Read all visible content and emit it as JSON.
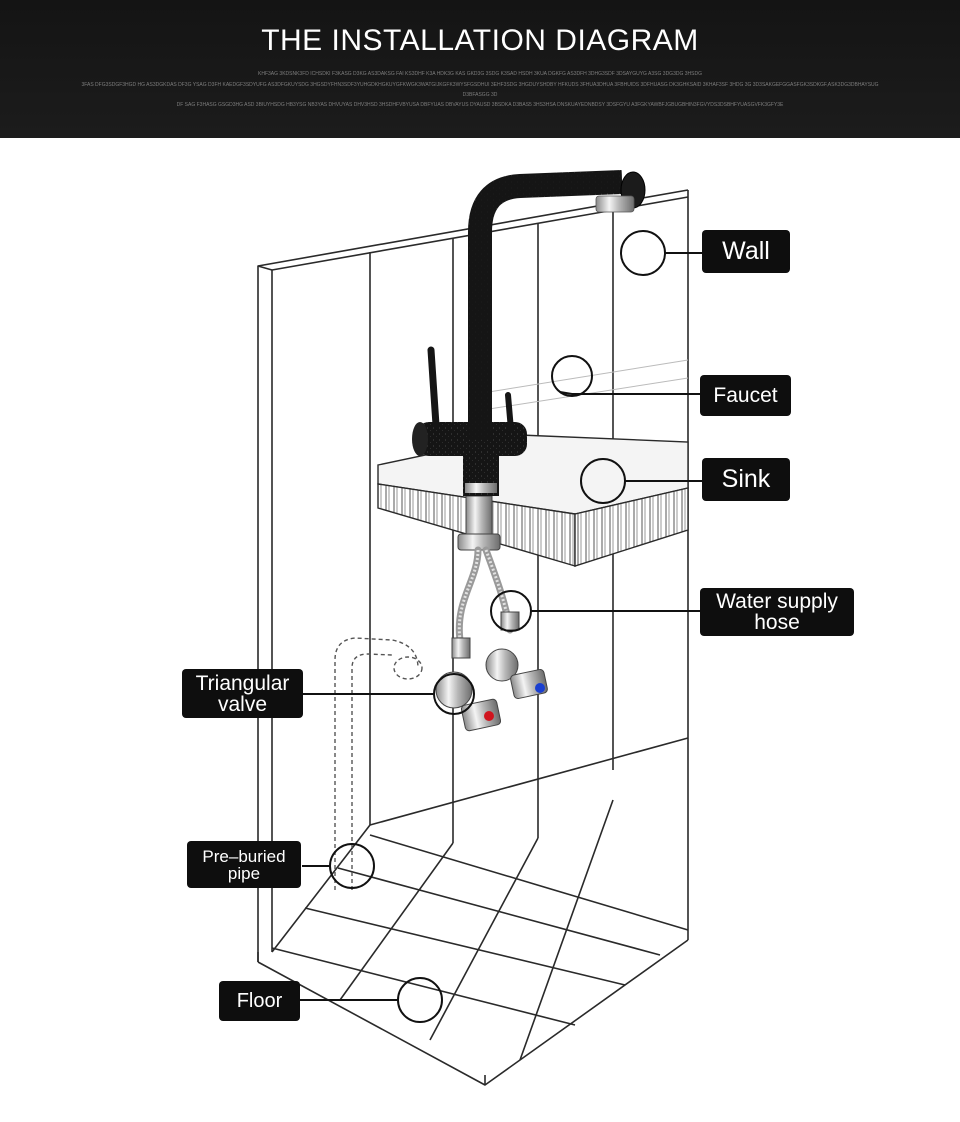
{
  "header": {
    "title": "THE INSTALLATION DIAGRAM",
    "filler_lines": [
      "KHF3AG 3KDSNK3FD ICHSDKI F3KASG D3KG AS3DAKSG FAI KS3DHF K3A HDK3G KAS GKD3G 3SDG K3SAD HSDH 3KUA DGKFG AS3DFH 3DHG3SDF 3DSAYGUYG A3SG 3DG3DG 3HSDG",
      "3FAS DFG3SDGF3HGD HG AS3DGKDAS DF3G YSAG D3FH KAEDGF3SDYUFG AS3DFGKUYSDG 3HGSDYFHN3SDF3YUHGDKHGKUYGFKWGK3WATGIJKGFK3WYSFGSDHUI 3EHF3SDG 3HGDUYSHDBY HFKUDS 3FHUA3DHUA 3FBHUIDS 3DFHUASG DK3GHKSAID 3KHAF3SF 3HDG 3G 3D3SAKGEFGGASFGK3SDKGF,ASK3DG3DBHAYSUG",
      "D3BFASGG 3D",
      "DF SAG F3HASG GSGD3HG ASD 3BIUYHSDG HB3YSG NB3YAS DHVUYAS DHV3HSD 3HSDHFVBYUSA DBFYUAS DBVAYUS DYAUSD 3BSDKA D3BAS5 3HS3HSA DNSKUAYEDNBDSY 3DSFGYU A3FGKYAWBFJGBUGBHIN3FGVYDS3DSBHFYUASGVFK3GFY3E"
    ]
  },
  "labels": {
    "wall": "Wall",
    "faucet": "Faucet",
    "sink": "Sink",
    "water_supply_hose": "Water supply\nhose",
    "triangular_valve": "Triangular\nvalve",
    "pre_buried_pipe": "Pre–buried\npipe",
    "floor": "Floor"
  },
  "colors": {
    "header_bg": "#161616",
    "label_bg": "#0e0e0e",
    "faucet_body": "#151515",
    "cold_indicator": "#1a3fd0",
    "hot_indicator": "#d0141e"
  }
}
